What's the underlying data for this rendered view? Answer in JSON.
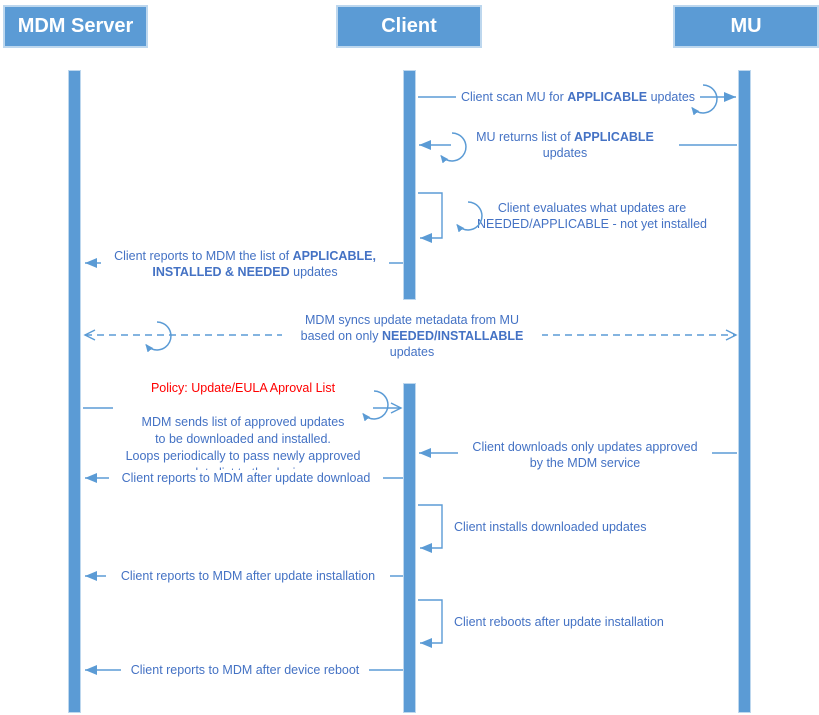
{
  "actors": [
    {
      "label": "MDM Server"
    },
    {
      "label": "Client"
    },
    {
      "label": "MU"
    }
  ],
  "messages": {
    "scan": {
      "from": "Client",
      "to": "MU",
      "arrow": "solid",
      "text": "Client scan MU for **APPLICABLE** updates"
    },
    "return_list": {
      "from": "MU",
      "to": "Client",
      "arrow": "solid",
      "text": "MU returns list of **APPLICABLE**\nupdates"
    },
    "evaluate": {
      "from": "Client",
      "to": "Client",
      "arrow": "self",
      "text": "Client evaluates what updates are\nNEEDED/APPLICABLE - not yet installed"
    },
    "report_list": {
      "from": "Client",
      "to": "MDM Server",
      "arrow": "solid",
      "text": "Client reports to MDM the list of **APPLICABLE,\nINSTALLED & NEEDED** updates"
    },
    "sync": {
      "from": "MDM Server",
      "to": "MU",
      "arrow": "dashed-bidirectional",
      "text": "MDM syncs update metadata from MU\nbased on only **NEEDED/INSTALLABLE** updates"
    },
    "policy_title": {
      "text": "Policy: Update/EULA Aproval List"
    },
    "policy_body": {
      "from": "MDM Server",
      "to": "Client",
      "arrow": "solid-open",
      "text": "MDM sends list of approved updates\nto be downloaded and installed.\nLoops periodically to pass newly approved\nupdate list to the device"
    },
    "download": {
      "from": "MU",
      "to": "Client",
      "arrow": "solid",
      "text": "Client downloads only updates approved\nby the MDM service"
    },
    "report_download": {
      "from": "Client",
      "to": "MDM Server",
      "arrow": "solid",
      "text": "Client reports to MDM after update download"
    },
    "install": {
      "from": "Client",
      "to": "Client",
      "arrow": "self",
      "text": "Client installs downloaded updates"
    },
    "report_install": {
      "from": "Client",
      "to": "MDM Server",
      "arrow": "solid",
      "text": "Client reports to MDM after update installation"
    },
    "reboot": {
      "from": "Client",
      "to": "Client",
      "arrow": "self",
      "text": "Client reboots after update installation"
    },
    "report_reboot": {
      "from": "Client",
      "to": "MDM Server",
      "arrow": "solid",
      "text": "Client reports to MDM after device reboot"
    }
  },
  "colors": {
    "accent_blue": "#5B9BD5",
    "text_blue": "#4472C4",
    "policy_red": "#FF0000",
    "background": "#FFFFFF"
  }
}
